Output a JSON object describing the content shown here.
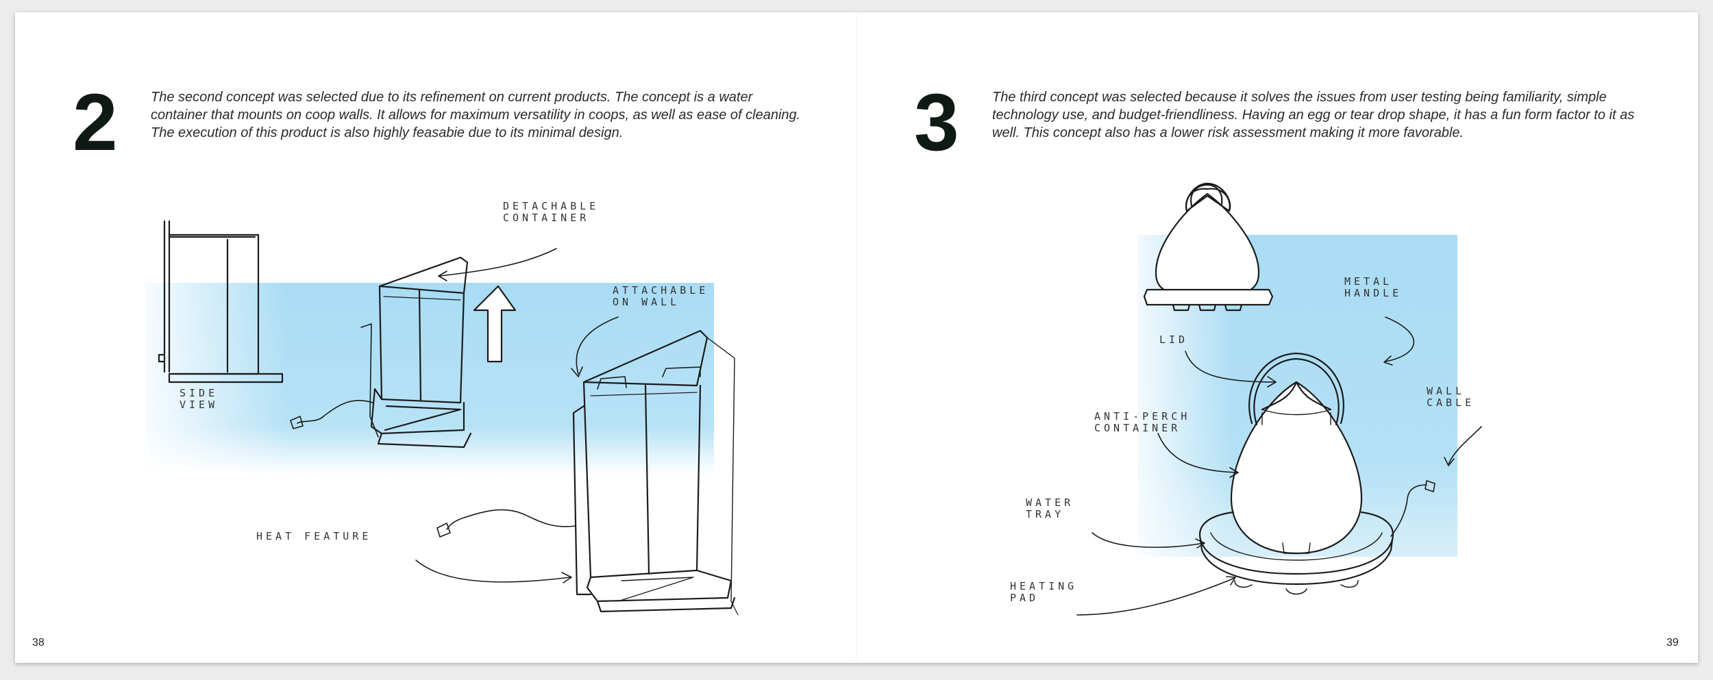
{
  "left_page": {
    "concept_number": "2",
    "description": "The second concept was selected due to its refinement on current products. The concept is a water container that mounts on coop walls. It allows for maximum versatility in coops, as well as ease of cleaning. The execution of this product is also highly feasabie due to its minimal design.",
    "annotations": {
      "detachable_container": "Detachable\ncontainer",
      "attachable_on_wall": "Attachable\non wall",
      "side_view": "Side\nview",
      "heat_feature": "Heat feature"
    },
    "page_number": "38"
  },
  "right_page": {
    "concept_number": "3",
    "description": "The third concept was selected because it solves the issues from user testing being familiarity, simple technology use, and budget-friendliness. Having an egg or tear drop shape, it has a fun form factor to it as well. This concept also has a lower risk assessment making it more favorable.",
    "annotations": {
      "metal_handle": "Metal\nhandle",
      "lid": "Lid",
      "wall_cable": "Wall\ncable",
      "anti_perch_container": "Anti-perch\ncontainer",
      "water_tray": "Water\ntray",
      "heating_pad": "Heating\npad"
    },
    "page_number": "39"
  },
  "colors": {
    "accent_blue": "#a9dcf4",
    "ink": "#1b1b1b"
  }
}
